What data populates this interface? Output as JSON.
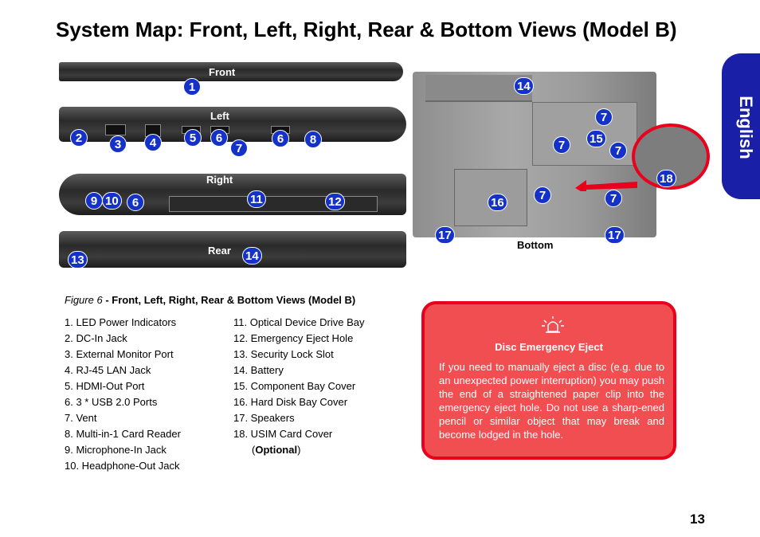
{
  "page": {
    "title": "System Map: Front, Left, Right, Rear & Bottom Views (Model B)",
    "side_tab": "English",
    "page_number": "13"
  },
  "views": {
    "front": "Front",
    "left": "Left",
    "right": "Right",
    "rear": "Rear",
    "bottom": "Bottom"
  },
  "callouts": {
    "front": [
      "1"
    ],
    "left": [
      "2",
      "3",
      "4",
      "5",
      "6",
      "7",
      "6",
      "8"
    ],
    "right": [
      "9",
      "10",
      "6",
      "11",
      "12"
    ],
    "rear": [
      "13",
      "14"
    ],
    "bottom": [
      "14",
      "7",
      "7",
      "15",
      "7",
      "18",
      "16",
      "7",
      "7",
      "17",
      "17"
    ]
  },
  "figure": {
    "prefix": "Figure 6",
    "caption": " - Front, Left, Right, Rear & Bottom Views (Model B)"
  },
  "legend_left": [
    "1.   LED Power Indicators",
    "2.   DC-In Jack",
    "3.   External Monitor Port",
    "4.   RJ-45 LAN Jack",
    "5.   HDMI-Out Port",
    "6.   3 * USB 2.0 Ports",
    "7.   Vent",
    "8.   Multi-in-1 Card Reader",
    "9.   Microphone-In Jack",
    "10. Headphone-Out Jack"
  ],
  "legend_right": [
    "11. Optical Device Drive Bay",
    "12. Emergency Eject Hole",
    "13. Security Lock Slot",
    "14. Battery",
    "15. Component Bay Cover",
    "16. Hard Disk Bay Cover",
    "17. Speakers",
    "18. USIM Card Cover"
  ],
  "legend_optional": {
    "open": "(",
    "word": "Optional",
    "close": ")"
  },
  "warning": {
    "icon": "alert-lamp-icon",
    "title": "Disc Emergency Eject",
    "body": "If you need to manually eject a disc (e.g. due to an unexpected power interruption) you may push the end of a straightened paper clip into the emergency eject hole. Do not use a sharp-ened pencil or similar object that may break and become lodged in the hole."
  },
  "colors": {
    "accent_blue": "#1a1fa8",
    "callout_blue": "#1432c8",
    "warning_fill": "#f04e50",
    "warning_border": "#e8001d"
  }
}
